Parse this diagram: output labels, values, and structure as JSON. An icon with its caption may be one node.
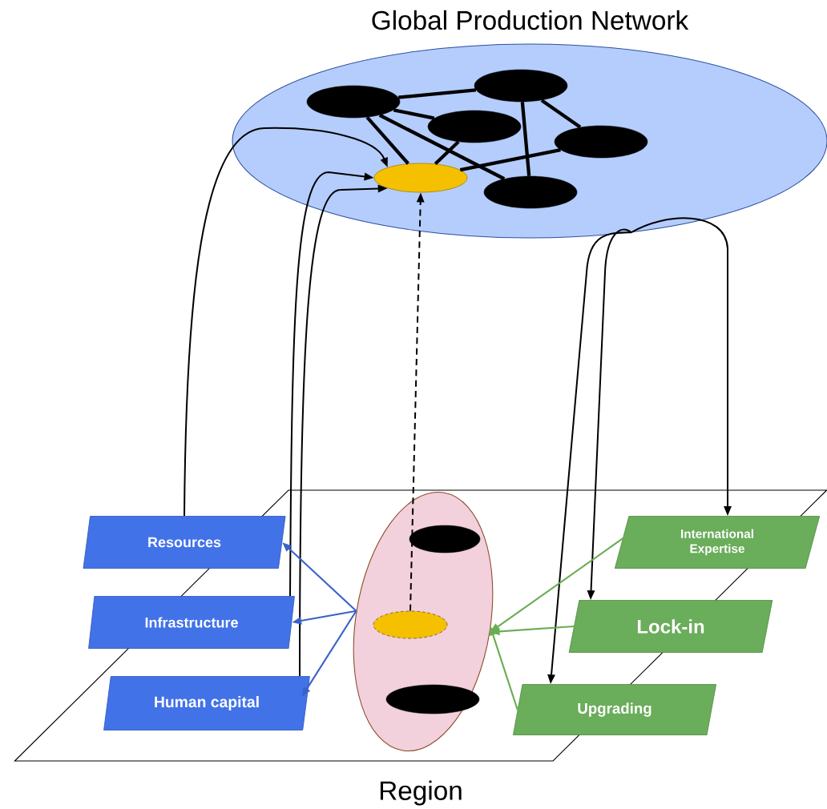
{
  "diagram": {
    "nodes": [
      {
        "text": [
          "Global Production Network"
        ]
      },
      {
        "text": [],
        "shape": "ellipse",
        "in": 0
      },
      {
        "text": [],
        "shape": "ellipse",
        "in": 0
      },
      {
        "text": [],
        "shape": "ellipse",
        "in": 0
      },
      {
        "text": [],
        "shape": "ellipse",
        "in": 0
      },
      {
        "text": [],
        "shape": "ellipse",
        "in": 0
      },
      {
        "text": [],
        "shape": "ellipse",
        "in": 0
      },
      {
        "text": [
          "Region"
        ]
      },
      {
        "text": [
          "Resources"
        ],
        "in": 7
      },
      {
        "text": [
          "Infrastructure"
        ],
        "in": 7
      },
      {
        "text": [
          "Human capital"
        ],
        "in": 7
      },
      {
        "text": [],
        "shape": "ellipse",
        "in": 7
      },
      {
        "text": [],
        "shape": "ellipse",
        "in": 11
      },
      {
        "text": [],
        "shape": "ellipse",
        "in": 11
      },
      {
        "text": [],
        "shape": "ellipse",
        "in": 11
      },
      {
        "text": [
          "International Expertise"
        ],
        "in": 7
      },
      {
        "text": [
          "Lock-in"
        ],
        "in": 7
      },
      {
        "text": [
          "Upgrading"
        ],
        "in": 7
      }
    ],
    "edges": [
      {
        "from": 1,
        "to": 2,
        "arrow": "none",
        "style": "thick"
      },
      {
        "from": 1,
        "to": 3,
        "arrow": "none",
        "style": "thick"
      },
      {
        "from": 1,
        "to": 5,
        "arrow": "none",
        "style": "thick"
      },
      {
        "from": 1,
        "to": 6,
        "arrow": "none",
        "style": "thick"
      },
      {
        "from": 2,
        "to": 5,
        "arrow": "none",
        "style": "thick"
      },
      {
        "from": 2,
        "to": 4,
        "arrow": "none",
        "style": "thick"
      },
      {
        "from": 6,
        "to": 3,
        "arrow": "none",
        "style": "thick"
      },
      {
        "from": 6,
        "to": 4,
        "arrow": "none",
        "style": "thick"
      },
      {
        "from": 8,
        "to": 6,
        "arrow": "to"
      },
      {
        "from": 9,
        "to": 6,
        "arrow": "to"
      },
      {
        "from": 10,
        "to": 6,
        "arrow": "to"
      },
      {
        "from": 13,
        "to": 6,
        "arrow": "to",
        "style": "dashed"
      },
      {
        "from": 0,
        "to": 15,
        "arrow": "to"
      },
      {
        "from": 0,
        "to": 16,
        "arrow": "to"
      },
      {
        "from": 0,
        "to": 17,
        "arrow": "to"
      },
      {
        "from": 11,
        "to": 8,
        "arrow": "to",
        "color": "#3b62c8"
      },
      {
        "from": 11,
        "to": 9,
        "arrow": "to",
        "color": "#3b62c8"
      },
      {
        "from": 11,
        "to": 10,
        "arrow": "to",
        "color": "#3b62c8"
      },
      {
        "from": 15,
        "to": 11,
        "arrow": "to",
        "color": "#6aad54"
      },
      {
        "from": 16,
        "to": 11,
        "arrow": "to",
        "color": "#6aad54"
      },
      {
        "from": 17,
        "to": 11,
        "arrow": "to",
        "color": "#6aad54"
      }
    ]
  }
}
